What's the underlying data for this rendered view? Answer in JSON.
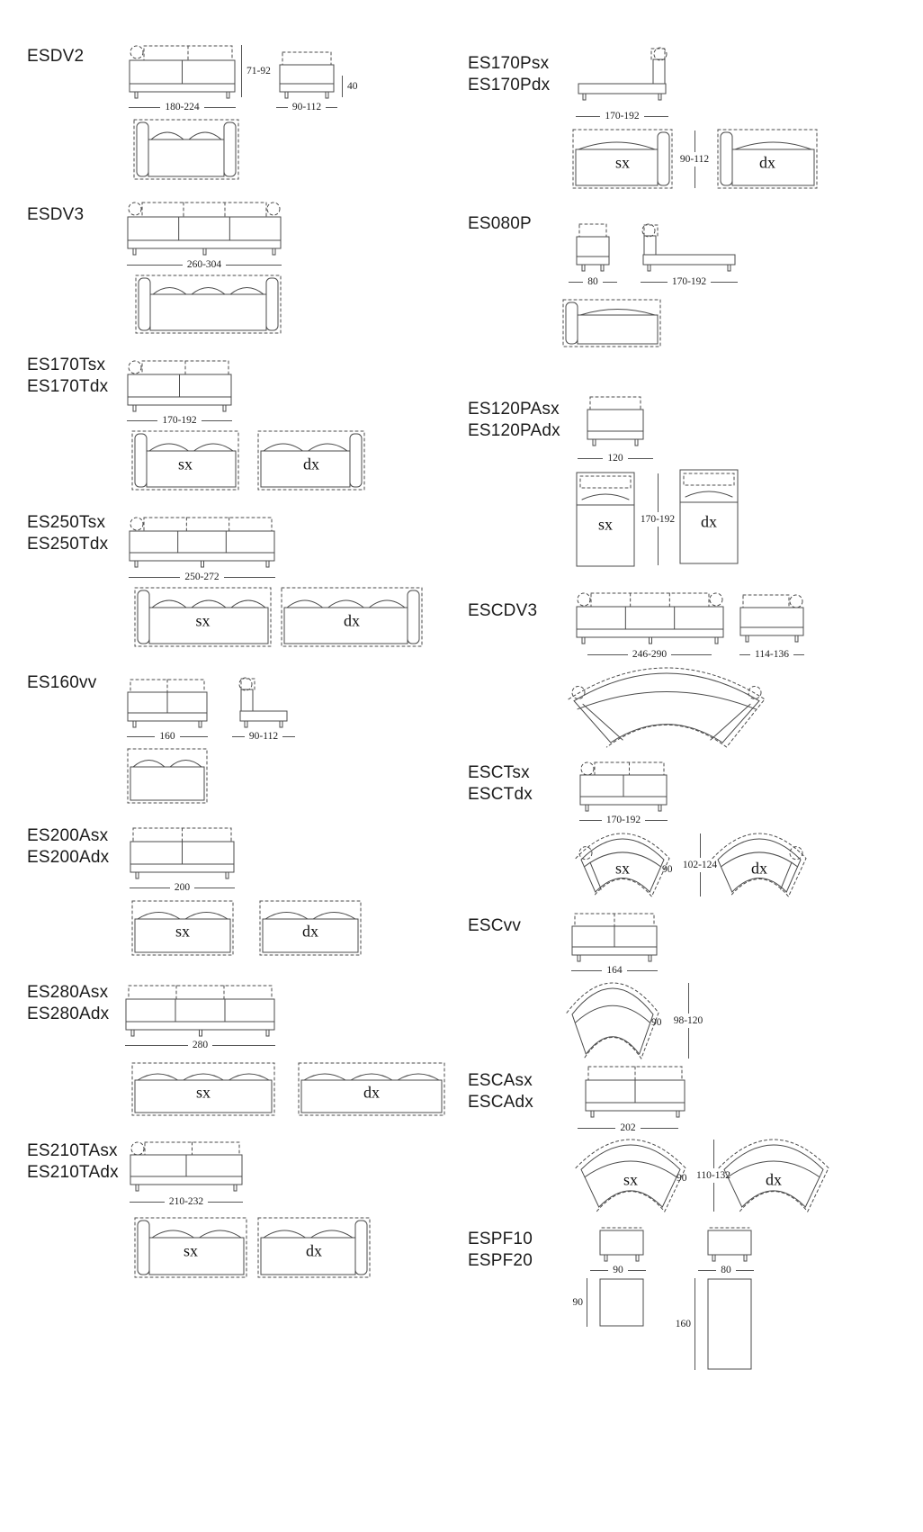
{
  "document": {
    "background": "#ffffff",
    "line_color": "#4b4b4b",
    "text_color": "#1b1b1b"
  },
  "left": [
    {
      "labels": [
        "ESDV2"
      ],
      "front_w": "180-224",
      "front_h": "71-92",
      "el_w": "90-112",
      "el_h": "40"
    },
    {
      "labels": [
        "ESDV3"
      ],
      "front_w": "260-304"
    },
    {
      "labels": [
        "ES170Tsx",
        "ES170Tdx"
      ],
      "front_w": "170-192",
      "sx": "sx",
      "dx": "dx"
    },
    {
      "labels": [
        "ES250Tsx",
        "ES250Tdx"
      ],
      "front_w": "250-272",
      "sx": "sx",
      "dx": "dx"
    },
    {
      "labels": [
        "ES160vv"
      ],
      "front_w": "160",
      "el_w": "90-112"
    },
    {
      "labels": [
        "ES200Asx",
        "ES200Adx"
      ],
      "front_w": "200",
      "sx": "sx",
      "dx": "dx"
    },
    {
      "labels": [
        "ES280Asx",
        "ES280Adx"
      ],
      "front_w": "280",
      "sx": "sx",
      "dx": "dx"
    },
    {
      "labels": [
        "ES210TAsx",
        "ES210TAdx"
      ],
      "front_w": "210-232",
      "sx": "sx",
      "dx": "dx"
    }
  ],
  "right": [
    {
      "labels": [
        "ES170Psx",
        "ES170Pdx"
      ],
      "front_w": "170-192",
      "gap": "90-112",
      "sx": "sx",
      "dx": "dx"
    },
    {
      "labels": [
        "ES080P"
      ],
      "el_w": "80",
      "front_w": "170-192"
    },
    {
      "labels": [
        "ES120PAsx",
        "ES120PAdx"
      ],
      "front_w": "120",
      "depth": "170-192",
      "sx": "sx",
      "dx": "dx"
    },
    {
      "labels": [
        "ESCDV3"
      ],
      "front_w": "246-290",
      "el_w": "114-136"
    },
    {
      "labels": [
        "ESCTsx",
        "ESCTdx"
      ],
      "front_w": "170-192",
      "d1": "90",
      "d2": "102-124",
      "sx": "sx",
      "dx": "dx"
    },
    {
      "labels": [
        "ESCvv"
      ],
      "front_w": "164",
      "d1": "90",
      "d2": "98-120"
    },
    {
      "labels": [
        "ESCAsx",
        "ESCAdx"
      ],
      "front_w": "202",
      "d1": "90",
      "d2": "110-132",
      "sx": "sx",
      "dx": "dx"
    },
    {
      "labels": [
        "ESPF10",
        "ESPF20"
      ],
      "w1": "90",
      "w2": "80",
      "d1": "90",
      "d2": "160"
    }
  ]
}
